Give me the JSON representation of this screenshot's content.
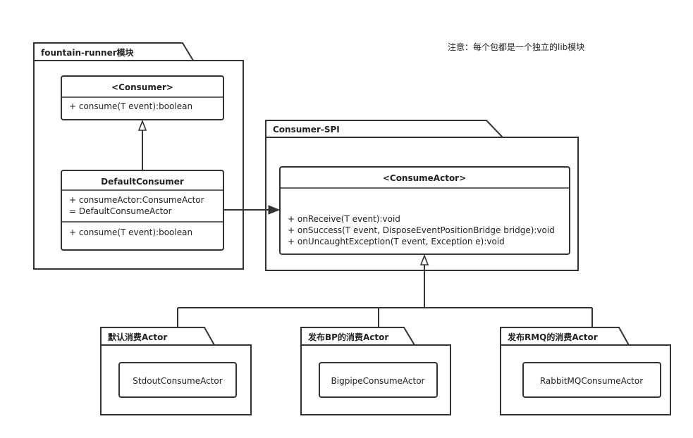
{
  "note": "注意：每个包都是一个独立的lib模块",
  "packages": {
    "fountain_runner": {
      "label": "fountain-runner模块",
      "consumer": {
        "name": "<Consumer>",
        "methods": [
          "+ consume(T event):boolean"
        ]
      },
      "default_consumer": {
        "name": "DefaultConsumer",
        "attributes": [
          "+ consumeActor:ConsumeActor",
          "= DefaultConsumeActor"
        ],
        "methods": [
          "+ consume(T event):boolean"
        ]
      }
    },
    "consumer_spi": {
      "label": "Consumer-SPI",
      "consume_actor": {
        "name": "<ConsumeActor>",
        "methods": [
          "+ onReceive(T event):void",
          "+ onSuccess(T event, DisposeEventPositionBridge bridge):void",
          "+ onUncaughtException(T event, Exception e):void"
        ]
      }
    },
    "default_actor": {
      "label": "默认消费Actor",
      "cls": "StdoutConsumeActor"
    },
    "bp_actor": {
      "label": "发布BP的消费Actor",
      "cls": "BigpipeConsumeActor"
    },
    "rmq_actor": {
      "label": "发布RMQ的消费Actor",
      "cls": "RabbitMQConsumeActor"
    }
  }
}
